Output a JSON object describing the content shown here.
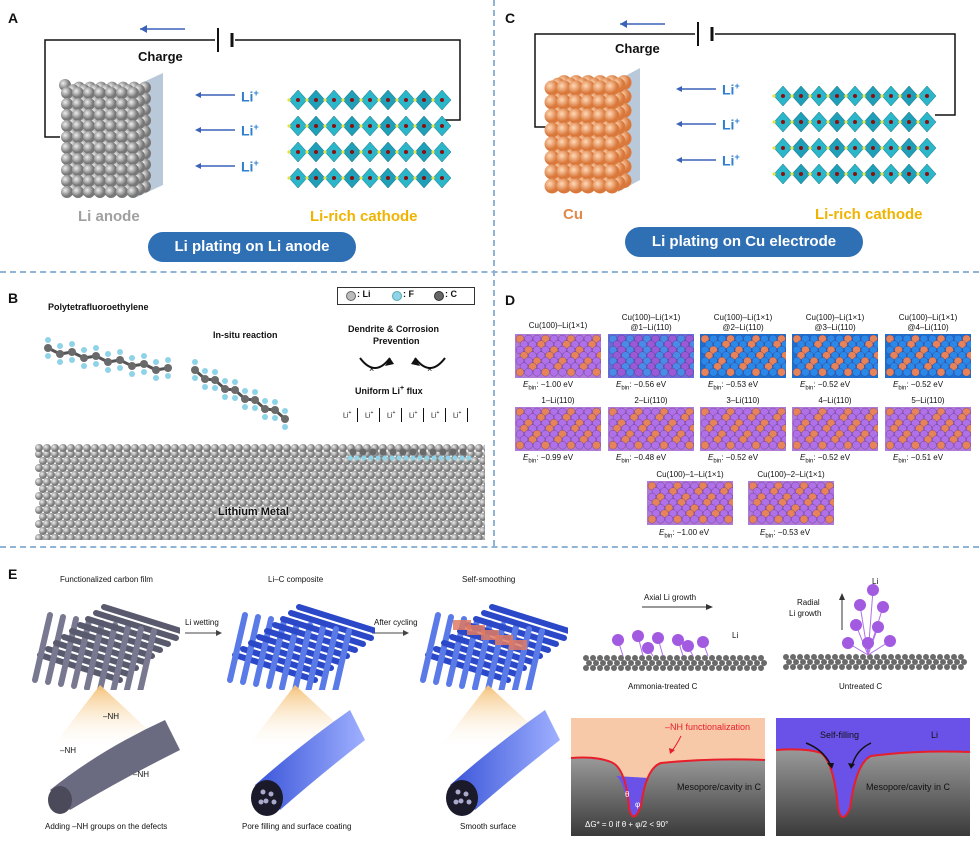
{
  "panels": {
    "A": {
      "letter": "A",
      "charge": "Charge",
      "ion": "Li",
      "ion_sup": "+",
      "anode": "Li anode",
      "cathode": "Li-rich cathode",
      "caption": "Li plating on Li anode"
    },
    "C": {
      "letter": "C",
      "charge": "Charge",
      "ion": "Li",
      "ion_sup": "+",
      "anode": "Cu",
      "cathode": "Li-rich cathode",
      "caption": "Li plating on Cu electrode"
    },
    "B": {
      "letter": "B",
      "ptfe": "Polytetrafluoroethylene",
      "insitu": "In-situ reaction",
      "dendrite": "Dendrite & Corrosion",
      "prevention": "Prevention",
      "uniform": "Uniform Li",
      "uniform_sup": "+",
      "flux": "flux",
      "ion_small": "Li",
      "ion_small_sup": "+",
      "metal": "Lithium Metal",
      "legend": [
        ": Li",
        ": F",
        ": C"
      ]
    },
    "D": {
      "letter": "D",
      "row1": [
        {
          "l1": "Cu(100)–Li(1×1)",
          "l2": "",
          "e": "E",
          "esub": "bin",
          "val": ": −1.00 eV"
        },
        {
          "l1": "Cu(100)–Li(1×1)",
          "l2": "@1–Li(110)",
          "e": "E",
          "esub": "bin",
          "val": ": −0.56 eV"
        },
        {
          "l1": "Cu(100)–Li(1×1)",
          "l2": "@2–Li(110)",
          "e": "E",
          "esub": "bin",
          "val": ": −0.53 eV"
        },
        {
          "l1": "Cu(100)–Li(1×1)",
          "l2": "@3–Li(110)",
          "e": "E",
          "esub": "bin",
          "val": ": −0.52 eV"
        },
        {
          "l1": "Cu(100)–Li(1×1)",
          "l2": "@4–Li(110)",
          "e": "E",
          "esub": "bin",
          "val": ": −0.52 eV"
        }
      ],
      "row2": [
        {
          "l1": "1–Li(110)",
          "e": "E",
          "esub": "bin",
          "val": ": −0.99 eV"
        },
        {
          "l1": "2–Li(110)",
          "e": "E",
          "esub": "bin",
          "val": ": −0.48 eV"
        },
        {
          "l1": "3–Li(110)",
          "e": "E",
          "esub": "bin",
          "val": ": −0.52 eV"
        },
        {
          "l1": "4–Li(110)",
          "e": "E",
          "esub": "bin",
          "val": ": −0.52 eV"
        },
        {
          "l1": "5–Li(110)",
          "e": "E",
          "esub": "bin",
          "val": ": −0.51 eV"
        }
      ],
      "row3": [
        {
          "l1": "Cu(100)–1–Li(1×1)",
          "e": "E",
          "esub": "bin",
          "val": ": −1.00 eV"
        },
        {
          "l1": "Cu(100)–2–Li(1×1)",
          "e": "E",
          "esub": "bin",
          "val": ": −0.53 eV"
        }
      ]
    },
    "E": {
      "letter": "E",
      "film": "Functionalized carbon film",
      "composite": "Li–C composite",
      "smoothing": "Self-smoothing",
      "wetting": "Li wetting",
      "cycling": "After cycling",
      "nh": "–NH",
      "defects": "Adding –NH groups on the defects",
      "pore": "Pore filling and surface coating",
      "smooth": "Smooth surface",
      "axial": "Axial Li growth",
      "radial1": "Radial",
      "radial2": "Li growth",
      "li_label": "Li",
      "ammonia": "Ammonia-treated C",
      "untreated": "Untreated C",
      "nh_func": "–NH functionalization",
      "mesopore": "Mesopore/cavity in C",
      "selffill": "Self-filling",
      "li_fill": "Li",
      "eq": "ΔG* = 0 if θ + φ/2 < 90°",
      "theta": "θ",
      "phi": "φ"
    }
  },
  "colors": {
    "accent": "#2f6fb4",
    "li_rich": "#f0b400",
    "cu": "#f0a36a",
    "li_gray": "#9a9a9a",
    "purple": "#9a5ad8",
    "blue_atom": "#1a70c8"
  }
}
